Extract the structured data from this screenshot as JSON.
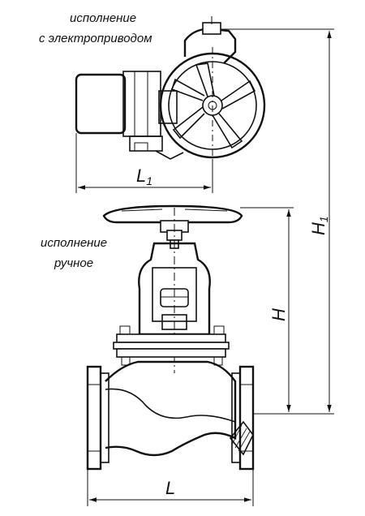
{
  "labels": {
    "motor_version_line1": "исполнение",
    "motor_version_line2": "с электроприводом",
    "manual_version_line1": "исполнение",
    "manual_version_line2": "ручное"
  },
  "dimensions": {
    "L_main": "L",
    "L1_main": "L",
    "L1_sub": "1",
    "H": "H",
    "H1_main": "H",
    "H1_sub": "1"
  }
}
